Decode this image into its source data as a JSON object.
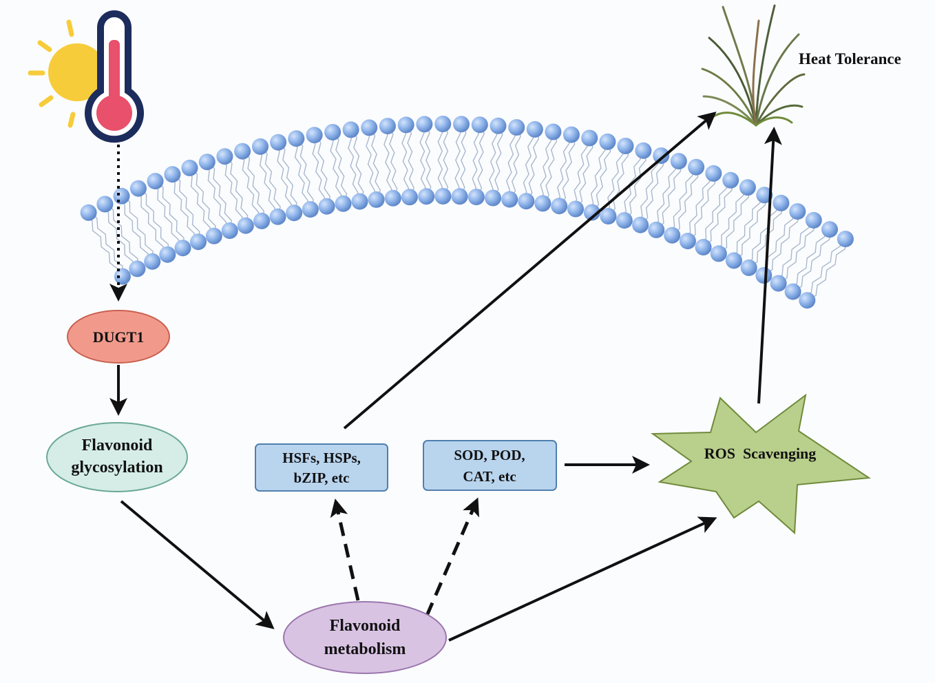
{
  "colors": {
    "background": "#fbfcfe",
    "lipid_head": "#8fb4ea",
    "lipid_tail": "#a8b8cc",
    "dugt1_fill": "#f19a8c",
    "dugt1_stroke": "#c9604f",
    "glycosylation_fill": "#d5ede6",
    "glycosylation_stroke": "#6aa895",
    "metabolism_fill": "#d9c3e3",
    "metabolism_stroke": "#9a76ad",
    "box_fill": "#b9d5ee",
    "box_stroke": "#4f7fae",
    "star_fill": "#b9cf8c",
    "star_stroke": "#6f8a3a",
    "thermometer_red": "#e8506b",
    "thermometer_navy": "#1c2c5c",
    "sun_yellow": "#f7cc3a",
    "arrow": "#111111"
  },
  "icons": {
    "sun": "sun-icon",
    "thermometer": "thermometer-icon",
    "plant": "wheat-plant-icon"
  },
  "labels": {
    "heat_tolerance": "Heat Tolerance",
    "dugt1": "DUGT1",
    "glycosylation": [
      "Flavonoid",
      "glycosylation"
    ],
    "metabolism": [
      "Flavonoid",
      "metabolism"
    ],
    "hsf_box": [
      "HSFs, HSPs,",
      "bZIP, etc"
    ],
    "sod_box": [
      "SOD, POD,",
      "CAT, etc"
    ],
    "ros": "ROS  Scavenging"
  }
}
